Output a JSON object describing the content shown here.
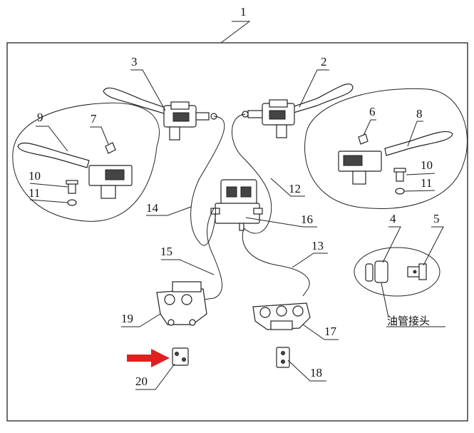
{
  "diagram": {
    "labels": {
      "n1": "1",
      "n2": "2",
      "n3": "3",
      "n4": "4",
      "n5": "5",
      "n6": "6",
      "n7": "7",
      "n8": "8",
      "n9": "9",
      "n10a": "10",
      "n10b": "10",
      "n11a": "11",
      "n11b": "11",
      "n12": "12",
      "n13": "13",
      "n14": "14",
      "n15": "15",
      "n16": "16",
      "n17": "17",
      "n18": "18",
      "n19": "19",
      "n20": "20"
    },
    "fitting_caption": "油管接头",
    "highlight_arrow_color": "#e02020"
  }
}
